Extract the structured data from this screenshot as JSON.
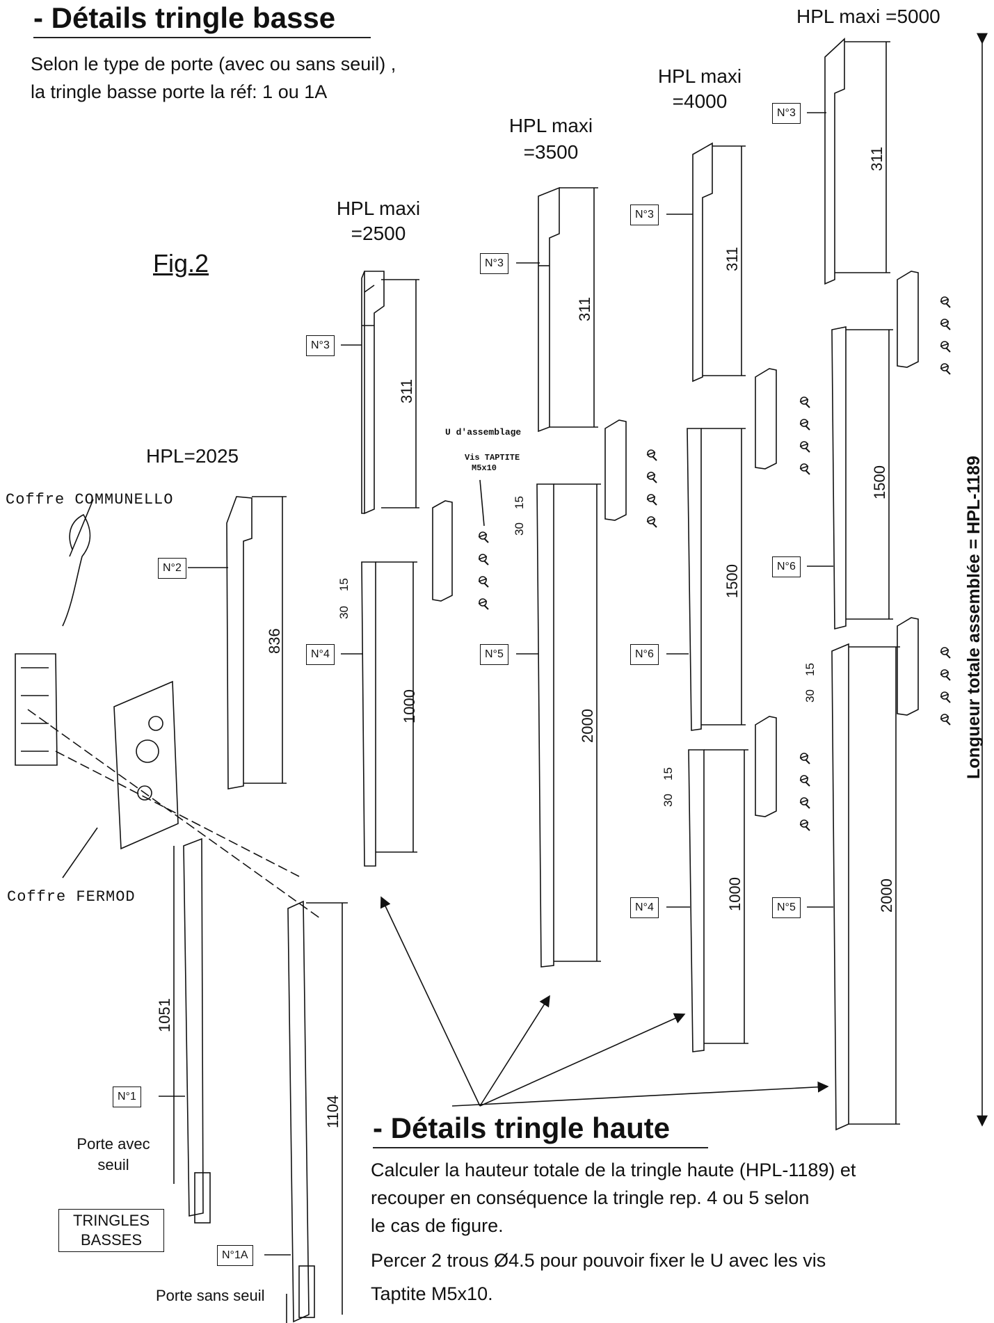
{
  "bottom_section": {
    "title": "- Détails tringle basse",
    "desc_line1": "Selon le type de porte (avec ou sans seuil) ,",
    "desc_line2": "la tringle basse   porte la réf: 1 ou 1A"
  },
  "top_section": {
    "title": "- Détails tringle haute",
    "line1": "Calculer la hauteur totale de la tringle haute (HPL-1189) et",
    "line2": "recouper en conséquence la tringle rep. 4 ou 5 selon",
    "line3": "le cas de figure.",
    "line4": "Percer 2 trous Ø4.5 pour pouvoir fixer le U avec les vis",
    "line5": "Taptite M5x10."
  },
  "figure_label": "Fig.2",
  "hpl_labels": {
    "h2025": "HPL=2025",
    "h2500_a": "HPL maxi",
    "h2500_b": "=2500",
    "h3500_a": "HPL maxi",
    "h3500_b": "=3500",
    "h4000_a": "HPL maxi",
    "h4000_b": "=4000",
    "h5000": "HPL maxi =5000"
  },
  "boxes": {
    "coffre_communello": "Coffre  COMMUNELLO",
    "coffre_fermod": "Coffre  FERMOD"
  },
  "assembly_labels": {
    "u": "U d'assemblage",
    "vis_a": "Vis TAPTITE",
    "vis_b": "M5x10"
  },
  "door_labels": {
    "with_sill_a": "Porte avec",
    "with_sill_b": "seuil",
    "without_sill": "Porte sans seuil",
    "lower_rods_a": "TRINGLES",
    "lower_rods_b": "BASSES"
  },
  "total_length": "Longueur totale assemblée = HPL-1189",
  "parts": {
    "n1": "N°1",
    "n1a": "N°1A",
    "n2": "N°2",
    "n3": "N°3",
    "n4": "N°4",
    "n5": "N°5",
    "n6": "N°6"
  },
  "dims": {
    "d311": "311",
    "d836": "836",
    "d1000": "1000",
    "d1500": "1500",
    "d2000": "2000",
    "d1051": "1051",
    "d1104": "1104",
    "d30": "30",
    "d15": "15"
  }
}
